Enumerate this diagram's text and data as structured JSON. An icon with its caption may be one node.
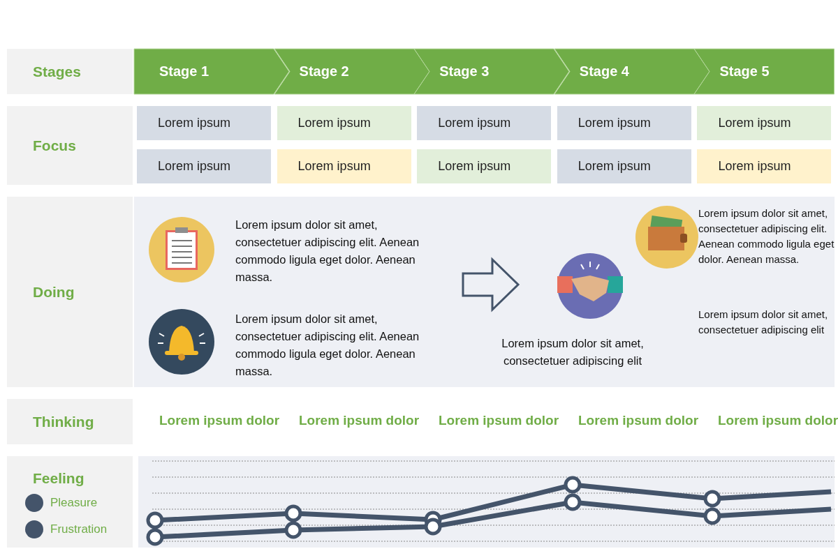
{
  "diagram": {
    "nodes": [
      {
        "text": [
          "Stages"
        ]
      },
      {
        "text": [
          "Stage 1"
        ]
      },
      {
        "text": [
          "Stage 2"
        ]
      },
      {
        "text": [
          "Stage 3"
        ]
      },
      {
        "text": [
          "Stage 4"
        ]
      },
      {
        "text": [
          "Stage 5"
        ]
      },
      {
        "text": [
          "Focus"
        ]
      },
      {
        "text": [
          "Lorem ipsum"
        ]
      },
      {
        "text": [
          "Lorem ipsum"
        ]
      },
      {
        "text": [
          "Lorem ipsum"
        ]
      },
      {
        "text": [
          "Lorem ipsum"
        ]
      },
      {
        "text": [
          "Lorem ipsum"
        ]
      },
      {
        "text": [
          "Lorem ipsum"
        ]
      },
      {
        "text": [
          "Lorem ipsum"
        ]
      },
      {
        "text": [
          "Lorem ipsum"
        ]
      },
      {
        "text": [
          "Lorem ipsum"
        ]
      },
      {
        "text": [
          "Lorem ipsum"
        ]
      },
      {
        "text": [
          "Doing"
        ]
      },
      {
        "text": [
          "Thinking"
        ]
      },
      {
        "text": [
          "Feeling"
        ]
      }
    ],
    "labels": [
      "Lorem ipsum dolor sit amet, consectetuer adipiscing elit. Aenean commodo ligula eget dolor. Aenean massa.",
      "Lorem ipsum dolor sit amet, consectetuer adipiscing elit. Aenean commodo ligula eget dolor. Aenean massa.",
      "Lorem ipsum dolor sit amet, consectetuer adipiscing elit",
      "Lorem ipsum dolor sit amet, consectetuer adipiscing elit. Aenean commodo ligula eget dolor. Aenean massa.",
      "Lorem ipsum dolor sit amet, consectetuer adipiscing elit",
      "Lorem ipsum dolor",
      "Lorem ipsum dolor",
      "Lorem ipsum dolor",
      "Lorem ipsum dolor",
      "Lorem ipsum dolor"
    ],
    "legend": [
      {
        "text": "Pleasure",
        "color": "#44546a"
      },
      {
        "text": "Frustration",
        "color": "#44546a"
      }
    ]
  }
}
